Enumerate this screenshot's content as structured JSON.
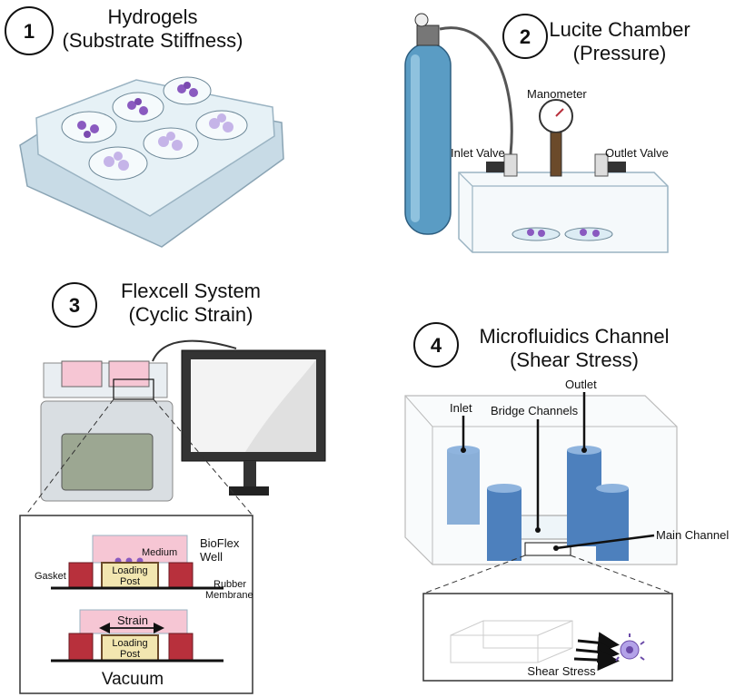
{
  "panels": [
    {
      "number": "1",
      "title_line1": "Hydrogels",
      "title_line2": "(Substrate Stiffness)"
    },
    {
      "number": "2",
      "title_line1": "Lucite Chamber",
      "title_line2": "(Pressure)"
    },
    {
      "number": "3",
      "title_line1": "Flexcell System",
      "title_line2": "(Cyclic Strain)"
    },
    {
      "number": "4",
      "title_line1": "Microfluidics Channel",
      "title_line2": "(Shear Stress)"
    }
  ],
  "panel2_labels": {
    "manometer": "Manometer",
    "inlet_valve": "Inlet Valve",
    "outlet_valve": "Outlet Valve"
  },
  "panel3_labels": {
    "medium": "Medium",
    "bioflex_line1": "BioFlex",
    "bioflex_line2": "Well",
    "gasket": "Gasket",
    "loading_line1": "Loading",
    "loading_line2": "Post",
    "rubber_line1": "Rubber",
    "rubber_line2": "Membrane",
    "strain": "Strain",
    "vacuum": "Vacuum"
  },
  "panel4_labels": {
    "inlet": "Inlet",
    "outlet": "Outlet",
    "bridge_channels": "Bridge Channels",
    "main_channel": "Main Channel",
    "shear_stress": "Shear Stress"
  },
  "colors": {
    "cylinder_blue": "#5b8fc9",
    "tank_blue": "#5a9cc4",
    "well_red": "#b8303c",
    "post_yellow": "#f2e6b0",
    "medium_pink": "#f6c6d4",
    "cell_purple": "#8a5ac0"
  }
}
